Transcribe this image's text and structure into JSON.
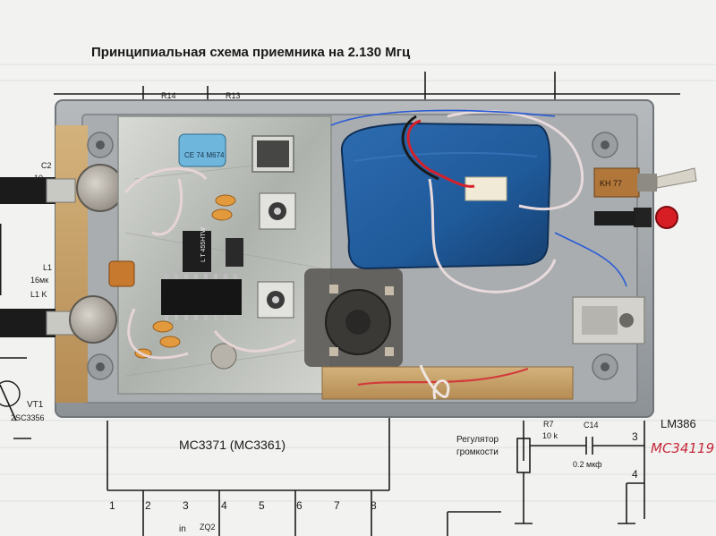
{
  "schematic": {
    "title": "Принципиальная схема приемника на 2.130 Мгц",
    "ic_main_label": "MC3371 (MC3361)",
    "ic_amp_label": "LM386",
    "handwritten_note": "MC34119",
    "volume_label_line1": "Регулятор",
    "volume_label_line2": "громкости",
    "r7_label": "R7",
    "r7_value": "10 k",
    "c14_label": "C14",
    "c14_value": "0.2 мкф",
    "r14_label": "R14",
    "r13_label": "R13",
    "vt1_label": "VT1",
    "vt1_part": "2SC3356",
    "c2_label": "C2",
    "c2_value": "10",
    "l1_label": "L1",
    "l1_value": "16мк",
    "l1_k": "L1 K",
    "zq2_label": "ZQ2",
    "in_label": "in",
    "amp_pin3": "3",
    "amp_pin4": "4",
    "pins": [
      "1",
      "2",
      "3",
      "4",
      "5",
      "6",
      "7",
      "8"
    ]
  },
  "board": {
    "filter_label": "L T 455HTW",
    "cap_marking": "CE 74 M674",
    "switch_marking": "KH 77"
  },
  "colors": {
    "paper": "#f2f2f0",
    "enclosure": "#9ea3a6",
    "battery": "#1f5a9a",
    "pcb_foil": "#c9ccc8",
    "handwriting": "#c8283a"
  }
}
